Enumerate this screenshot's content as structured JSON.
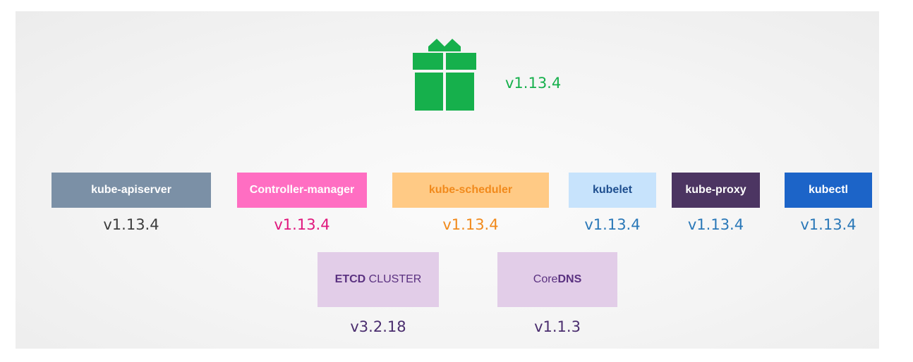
{
  "package": {
    "icon": "gift-icon",
    "version": "v1.13.4",
    "color": "#16b04c"
  },
  "components": [
    {
      "label": "kube-apiserver",
      "version": "v1.13.4",
      "box_color": "#7b90a6",
      "text_color": "#ffffff",
      "version_color": "#3d3d3d"
    },
    {
      "label": "Controller-manager",
      "version": "v1.13.4",
      "box_color": "#ff6ec2",
      "text_color": "#ffffff",
      "version_color": "#e0187d"
    },
    {
      "label": "kube-scheduler",
      "version": "v1.13.4",
      "box_color": "#ffca85",
      "text_color": "#f18a1c",
      "version_color": "#f18a1c"
    },
    {
      "label": "kubelet",
      "version": "v1.13.4",
      "box_color": "#c7e3fc",
      "text_color": "#1f4f8f",
      "version_color": "#2a78b8"
    },
    {
      "label": "kube-proxy",
      "version": "v1.13.4",
      "box_color": "#4c3562",
      "text_color": "#ffffff",
      "version_color": "#2a78b8"
    },
    {
      "label": "kubectl",
      "version": "v1.13.4",
      "box_color": "#1c64c8",
      "text_color": "#ffffff",
      "version_color": "#2a78b8"
    }
  ],
  "dependencies": [
    {
      "label_strong": "ETCD",
      "label_rest": " CLUSTER",
      "version": "v3.2.18"
    },
    {
      "label_rest": "Core",
      "label_strong": "DNS",
      "version": "v1.1.3"
    }
  ]
}
